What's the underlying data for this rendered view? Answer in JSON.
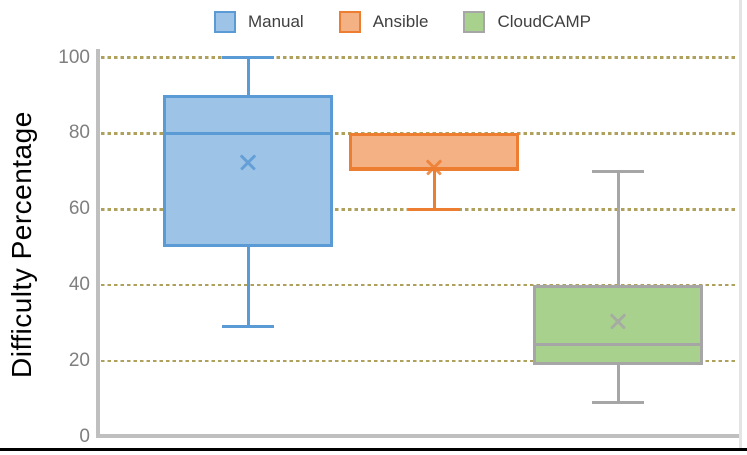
{
  "chart_data": {
    "type": "boxplot",
    "title": "",
    "ylabel": "Difficulty Percentage",
    "xlabel": "",
    "ylim": [
      0,
      100
    ],
    "yticks": [
      0,
      20,
      40,
      60,
      80,
      100
    ],
    "grid": "horizontal-dotted",
    "legend_position": "top-center",
    "series": [
      {
        "name": "Manual",
        "min": 29,
        "q1": 50,
        "median": 80,
        "q3": 90,
        "max": 100,
        "mean": 72.5,
        "fill": "#9DC3E6",
        "stroke": "#5B9BD5"
      },
      {
        "name": "Ansible",
        "min": 60,
        "q1": 70,
        "median": 70,
        "q3": 80,
        "max": 80,
        "mean": 71,
        "fill": "#F4B183",
        "stroke": "#ED7D31"
      },
      {
        "name": "CloudCAMP",
        "min": 9,
        "q1": 19,
        "median": 24.5,
        "q3": 40,
        "max": 70,
        "mean": 30.5,
        "fill": "#A9D18E",
        "stroke": "#A6A6A6"
      }
    ],
    "colors": {
      "gridline": "#AFA05C",
      "axis_line": "#BFBFBF",
      "tick_label": "#7F7F7F",
      "legend_text": "#3F3F3F",
      "axis_title": "#000000",
      "plot_right_border": "#E4E4E4",
      "bottom_rule": "#000000"
    }
  }
}
